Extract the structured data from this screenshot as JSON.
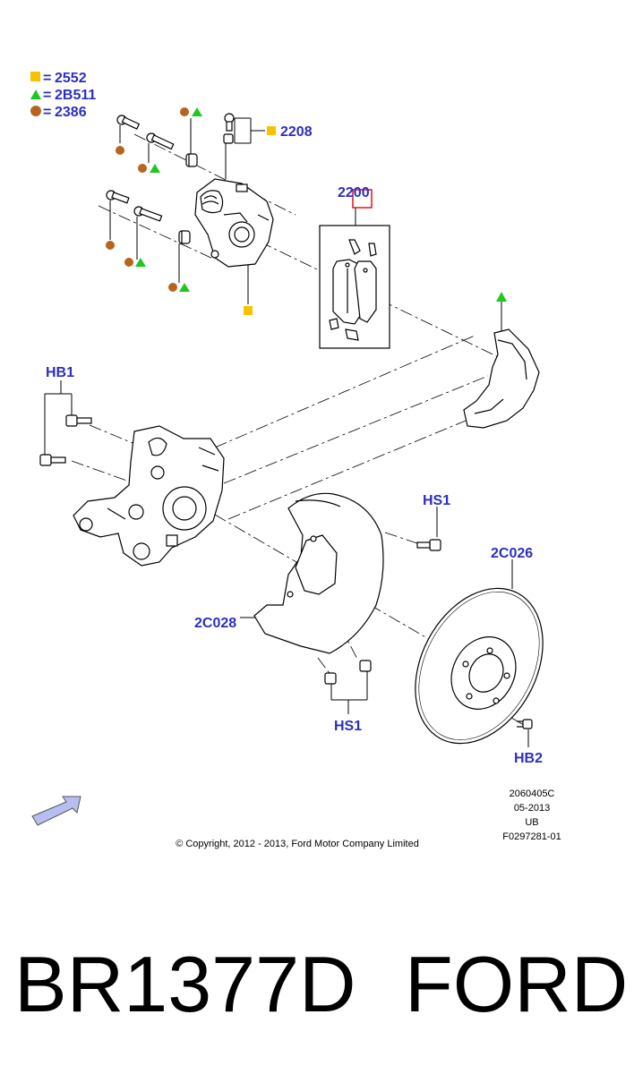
{
  "colors": {
    "callout_blue": "#2b2fbf",
    "square_yellow": "#f7c200",
    "triangle_green": "#1ec81e",
    "circle_brown": "#b5651d",
    "highlight_red": "#e0141e",
    "arrow_fill": "#b8bff0"
  },
  "legend": [
    {
      "symbol": "square",
      "sign": "=",
      "code": "2552"
    },
    {
      "symbol": "triangle",
      "sign": "=",
      "code": "2B511"
    },
    {
      "symbol": "circle",
      "sign": "=",
      "code": "2386"
    }
  ],
  "callouts": {
    "c2208": "2208",
    "c2200": "2200",
    "hb1": "HB1",
    "hs1_top": "HS1",
    "c2c026": "2C026",
    "c2c028": "2C028",
    "hs1_bottom": "HS1",
    "hb2": "HB2"
  },
  "doc_info": {
    "line1": "2060405C",
    "line2": "05-2013",
    "line3": "UB",
    "line4": "F0297281-01"
  },
  "copyright": "© Copyright, 2012 - 2013, Ford Motor Company Limited",
  "caption": {
    "part_number": "BR1377D",
    "brand": "FORD"
  },
  "icons": {
    "direction": "front-direction-arrow-icon"
  }
}
